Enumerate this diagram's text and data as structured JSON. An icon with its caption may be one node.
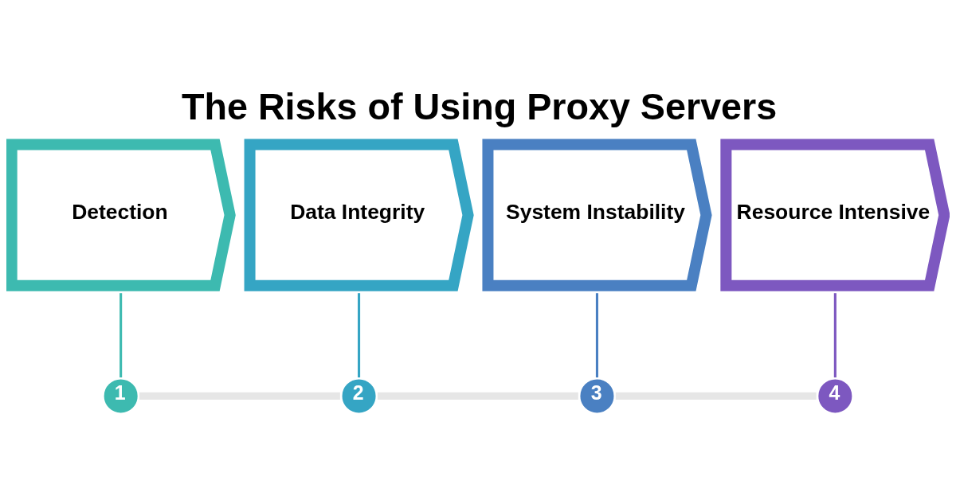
{
  "diagram": {
    "title": "The Risks of Using Proxy Servers",
    "nodes": [
      {
        "text": [
          "Detection"
        ]
      },
      {
        "text": [
          "Data Integrity"
        ]
      },
      {
        "text": [
          "System Instability"
        ]
      },
      {
        "text": [
          "Resource Intensive"
        ]
      },
      {
        "text": [
          "1"
        ]
      },
      {
        "text": [
          "2"
        ]
      },
      {
        "text": [
          "3"
        ]
      },
      {
        "text": [
          "4"
        ]
      }
    ],
    "edges": [
      {
        "from": 0,
        "to": 4,
        "arrow": "none",
        "color": "#3dbab0"
      },
      {
        "from": 1,
        "to": 5,
        "arrow": "none",
        "color": "#35a5c4"
      },
      {
        "from": 2,
        "to": 6,
        "arrow": "none",
        "color": "#4a80c2"
      },
      {
        "from": 3,
        "to": 7,
        "arrow": "none",
        "color": "#7d58c0"
      },
      {
        "from": 4,
        "to": 5,
        "arrow": "none",
        "style": "thick",
        "color": "#e6e6e6"
      },
      {
        "from": 5,
        "to": 6,
        "arrow": "none",
        "style": "thick",
        "color": "#e6e6e6"
      },
      {
        "from": 6,
        "to": 7,
        "arrow": "none",
        "style": "thick",
        "color": "#e6e6e6"
      }
    ]
  }
}
